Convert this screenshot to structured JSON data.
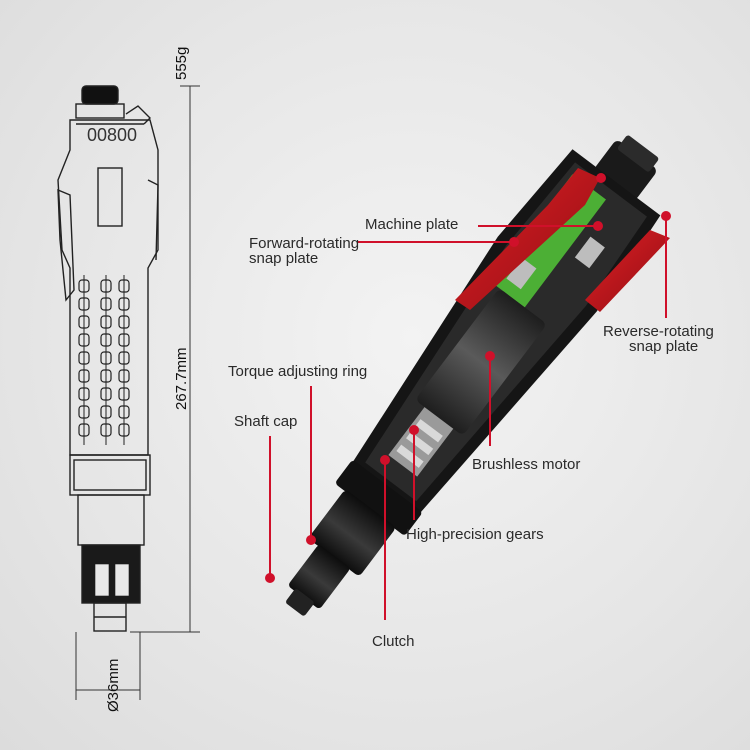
{
  "colors": {
    "accent": "#d0102a",
    "tool_body": "#1c1c1c",
    "snap_plate": "#b5121b",
    "machine_plate": "#4caf35"
  },
  "drawing": {
    "weight": "555g",
    "length": "267.7mm",
    "diameter": "Ø36mm",
    "serial": "00800"
  },
  "callouts": {
    "machine_plate": "Machine plate",
    "forward_line1": "Forward-rotating",
    "forward_line2": "snap plate",
    "reverse_line1": "Reverse-rotating",
    "reverse_line2": "snap plate",
    "torque_ring": "Torque adjusting ring",
    "shaft_cap": "Shaft cap",
    "brushless_motor": "Brushless motor",
    "gears": "High-precision gears",
    "clutch": "Clutch"
  }
}
